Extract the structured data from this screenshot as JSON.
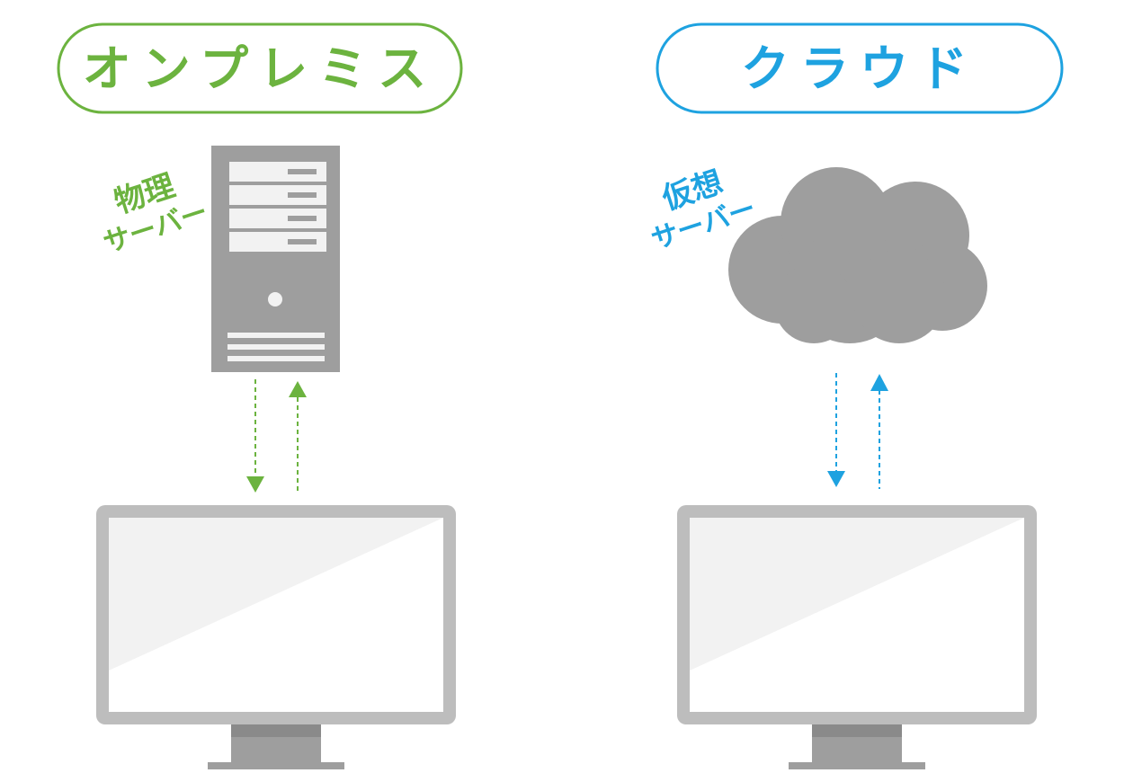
{
  "colors": {
    "onprem": "#6cb33f",
    "cloud": "#1ea2e0",
    "device_gray": "#9e9e9e",
    "bezel_gray": "#bdbdbd",
    "screen": "#f2f2f2"
  },
  "onprem": {
    "title": "オンプレミス",
    "server_label_line1": "物理",
    "server_label_line2": "サーバー",
    "server_icon": "server-tower-icon",
    "client_icon": "monitor-icon"
  },
  "cloud": {
    "title": "クラウド",
    "server_label_line1": "仮想",
    "server_label_line2": "サーバー",
    "server_icon": "cloud-icon",
    "client_icon": "monitor-icon"
  }
}
